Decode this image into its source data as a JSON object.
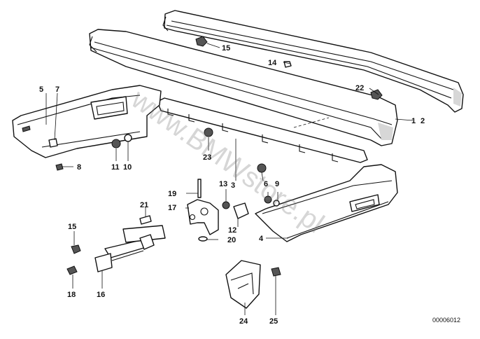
{
  "diagram": {
    "watermark": "www.BMWstore.pl",
    "code": "00006012",
    "labels": {
      "l1": "1",
      "l2": "2",
      "l3": "3",
      "l4": "4",
      "l5": "5",
      "l6": "6",
      "l7": "7",
      "l8": "8",
      "l9": "9",
      "l10": "10",
      "l11": "11",
      "l12": "12",
      "l13": "13",
      "l14": "14",
      "l15a": "15",
      "l15b": "15",
      "l16": "16",
      "l17": "17",
      "l18": "18",
      "l19": "19",
      "l20": "20",
      "l21": "21",
      "l22": "22",
      "l23": "23",
      "l24": "24",
      "l25": "25"
    }
  }
}
